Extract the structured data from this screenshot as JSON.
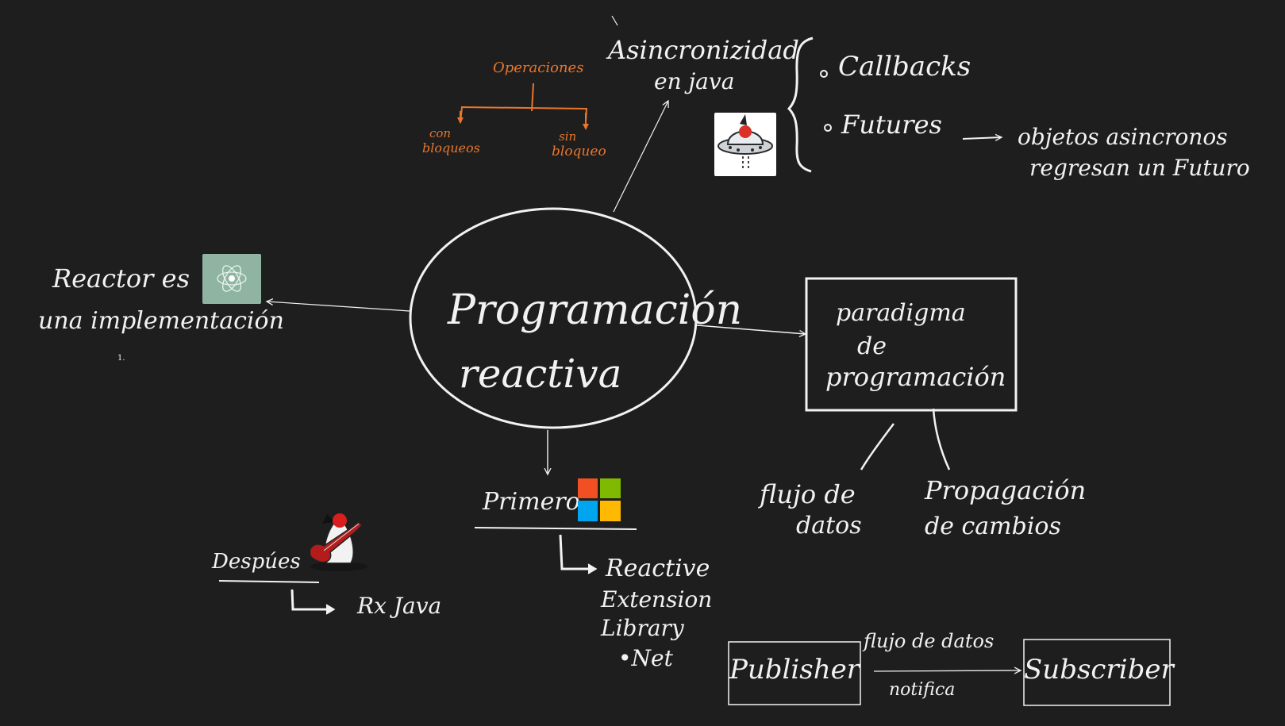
{
  "center": {
    "line1": "Programación",
    "line2": "reactiva"
  },
  "asincronizidad": {
    "line1": "Asincronizidad",
    "line2": "en java"
  },
  "operaciones": {
    "title": "Operaciones",
    "left_line1": "con",
    "left_line2": "bloqueos",
    "right_line1": "sin",
    "right_line2": "bloqueo"
  },
  "async_items": [
    "Callbacks",
    "Futures"
  ],
  "futures_note": {
    "line1": "objetos asincronos",
    "line2": "regresan un Futuro"
  },
  "reactor": {
    "line1": "Reactor es",
    "line2": "una implementación",
    "footnote": "1."
  },
  "paradigma": {
    "line1": "paradigma",
    "line2": "de",
    "line3": "programación"
  },
  "flujo": {
    "line1": "flujo de",
    "line2": "datos"
  },
  "propagacion": {
    "line1": "Propagación",
    "line2": "de cambios"
  },
  "primero": {
    "label": "Primero"
  },
  "reactive_ext": {
    "line1": "Reactive",
    "line2": "Extension",
    "line3": "Library",
    "line4": "•Net"
  },
  "despues": {
    "label": "Despúes",
    "rx": "Rx Java"
  },
  "pubsub": {
    "publisher": "Publisher",
    "subscriber": "Subscriber",
    "top_label": "flujo de datos",
    "bottom_label": "notifica"
  },
  "colors": {
    "background": "#1f1e1e",
    "ink": "#f2f2f2",
    "accent": "#e8762c",
    "ms_red": "#f25022",
    "ms_green": "#7fba00",
    "ms_blue": "#00a4ef",
    "ms_yellow": "#ffb900"
  },
  "icons": [
    "java-ufo-icon",
    "reactor-logo-icon",
    "microsoft-logo-icon",
    "java-duke-guitar-icon"
  ]
}
